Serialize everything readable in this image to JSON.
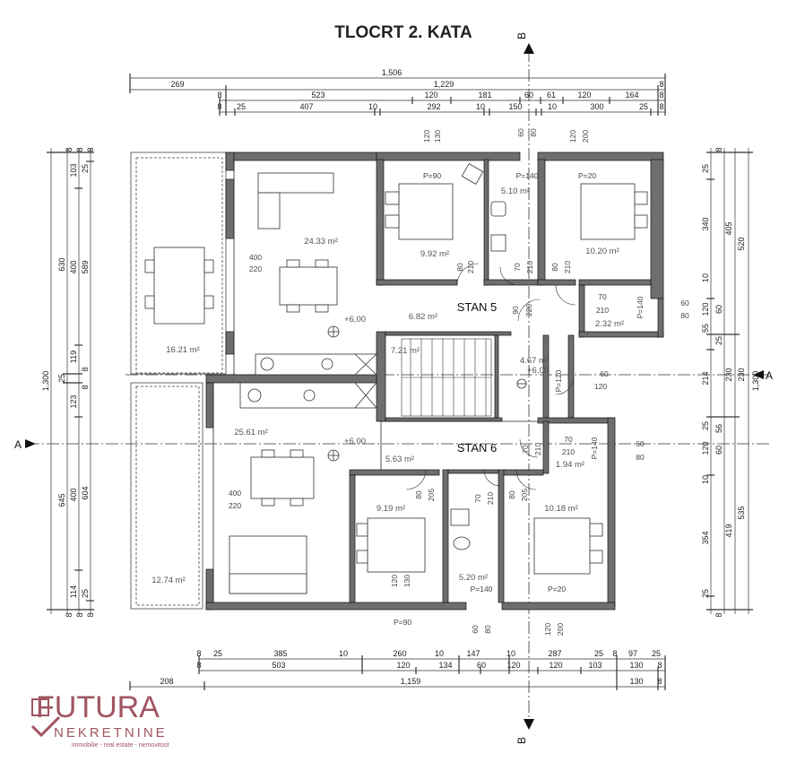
{
  "title": "TLOCRT 2. KATA",
  "section_labels": {
    "b_top": "B",
    "b_bottom": "B",
    "a_left": "A",
    "a_right": "A"
  },
  "apartments": {
    "stan5": "STAN 5",
    "stan6": "STAN 6"
  },
  "areas": {
    "living5": "24.33 m²",
    "bed5a": "9.92 m²",
    "bath5": "5.10 m²",
    "bed5b": "10.20 m²",
    "hall5": "6.82 m²",
    "small5": "2.32 m²",
    "terrace5": "16.21 m²",
    "stair": "7.21 m²",
    "landing": "4.67 m²",
    "living6": "25.61 m²",
    "hall6": "5.63 m²",
    "bed6a": "9.19 m²",
    "bath6": "5.20 m²",
    "bed6b": "10.18 m²",
    "small6": "1.94 m²",
    "terrace6": "12.74 m²"
  },
  "levels": {
    "l5": "+6,00",
    "l6": "+6,00",
    "landing": "+6,00"
  },
  "top_dims": {
    "row1": [
      "1,506"
    ],
    "row2": [
      "269",
      "1,229",
      "8"
    ],
    "row3": [
      "8",
      "523",
      "120",
      "181",
      "60",
      "61",
      "120",
      "164",
      "8"
    ],
    "row4": [
      "8",
      "25",
      "407",
      "10",
      "292",
      "10",
      "150",
      "10",
      "300",
      "25",
      "8"
    ]
  },
  "bottom_dims": {
    "row1": [
      "8",
      "25",
      "385",
      "10",
      "260",
      "10",
      "147",
      "10",
      "287",
      "25",
      "8",
      "97",
      "25"
    ],
    "row2": [
      "8",
      "503",
      "120",
      "134",
      "60",
      "120",
      "120",
      "103",
      "130",
      "8"
    ],
    "row3": [
      "208",
      "1,159",
      "130",
      "8"
    ]
  },
  "left_dims": {
    "total": "1,300",
    "col1": [
      "630",
      "25",
      "645"
    ],
    "col2": [
      "103",
      "400",
      "119",
      "123",
      "400",
      "114"
    ],
    "col3": [
      "25",
      "589",
      "8",
      "8",
      "604",
      "25"
    ],
    "edge": [
      "8",
      "8",
      "8",
      "8",
      "8",
      "8"
    ]
  },
  "right_dims": {
    "total": "1,300",
    "col1": [
      "520",
      "230",
      "535"
    ],
    "col2": [
      "405",
      "230",
      "419"
    ],
    "col3": [
      "25",
      "340",
      "10",
      "120",
      "55",
      "214",
      "25",
      "120",
      "10",
      "354",
      "25"
    ],
    "col4": [
      "8",
      "60",
      "25",
      "56",
      "60",
      "8"
    ]
  },
  "openings": {
    "w_top1": [
      "120",
      "130"
    ],
    "w_top2": [
      "60",
      "80"
    ],
    "w_top3": [
      "120",
      "200"
    ],
    "door1": [
      "80",
      "210"
    ],
    "door2": [
      "70",
      "210"
    ],
    "door3": [
      "80",
      "210"
    ],
    "door4": [
      "70",
      "210"
    ],
    "door5": [
      "90",
      "220"
    ],
    "door6": [
      "60",
      "120"
    ],
    "door7": [
      "70",
      "210"
    ],
    "door8": [
      "80",
      "205"
    ],
    "door9": [
      "70",
      "210"
    ],
    "door10": [
      "80",
      "205"
    ],
    "door11": [
      "70",
      "210"
    ],
    "win_r1": [
      "60",
      "80"
    ],
    "win_r2": [
      "60",
      "80"
    ],
    "win_r3": [
      "60",
      "120"
    ],
    "window_l1": [
      "400",
      "220"
    ],
    "window_l2": [
      "400",
      "220"
    ],
    "w_bot1": [
      "120",
      "130"
    ],
    "w_bot2": [
      "60",
      "80"
    ],
    "w_bot3": [
      "120",
      "200"
    ]
  },
  "sills": {
    "p90a": "P=90",
    "p140a": "P=140",
    "p20a": "P=20",
    "p140b": "P=140",
    "p120": "P=120",
    "p140c": "P=140",
    "p90b": "P=90",
    "p140d": "P=140",
    "p20b": "P=20"
  },
  "logo": {
    "line1": "FUTURA",
    "line2": "NEKRETNINE",
    "tagline": "immobilie - real estate - nemovitost"
  }
}
